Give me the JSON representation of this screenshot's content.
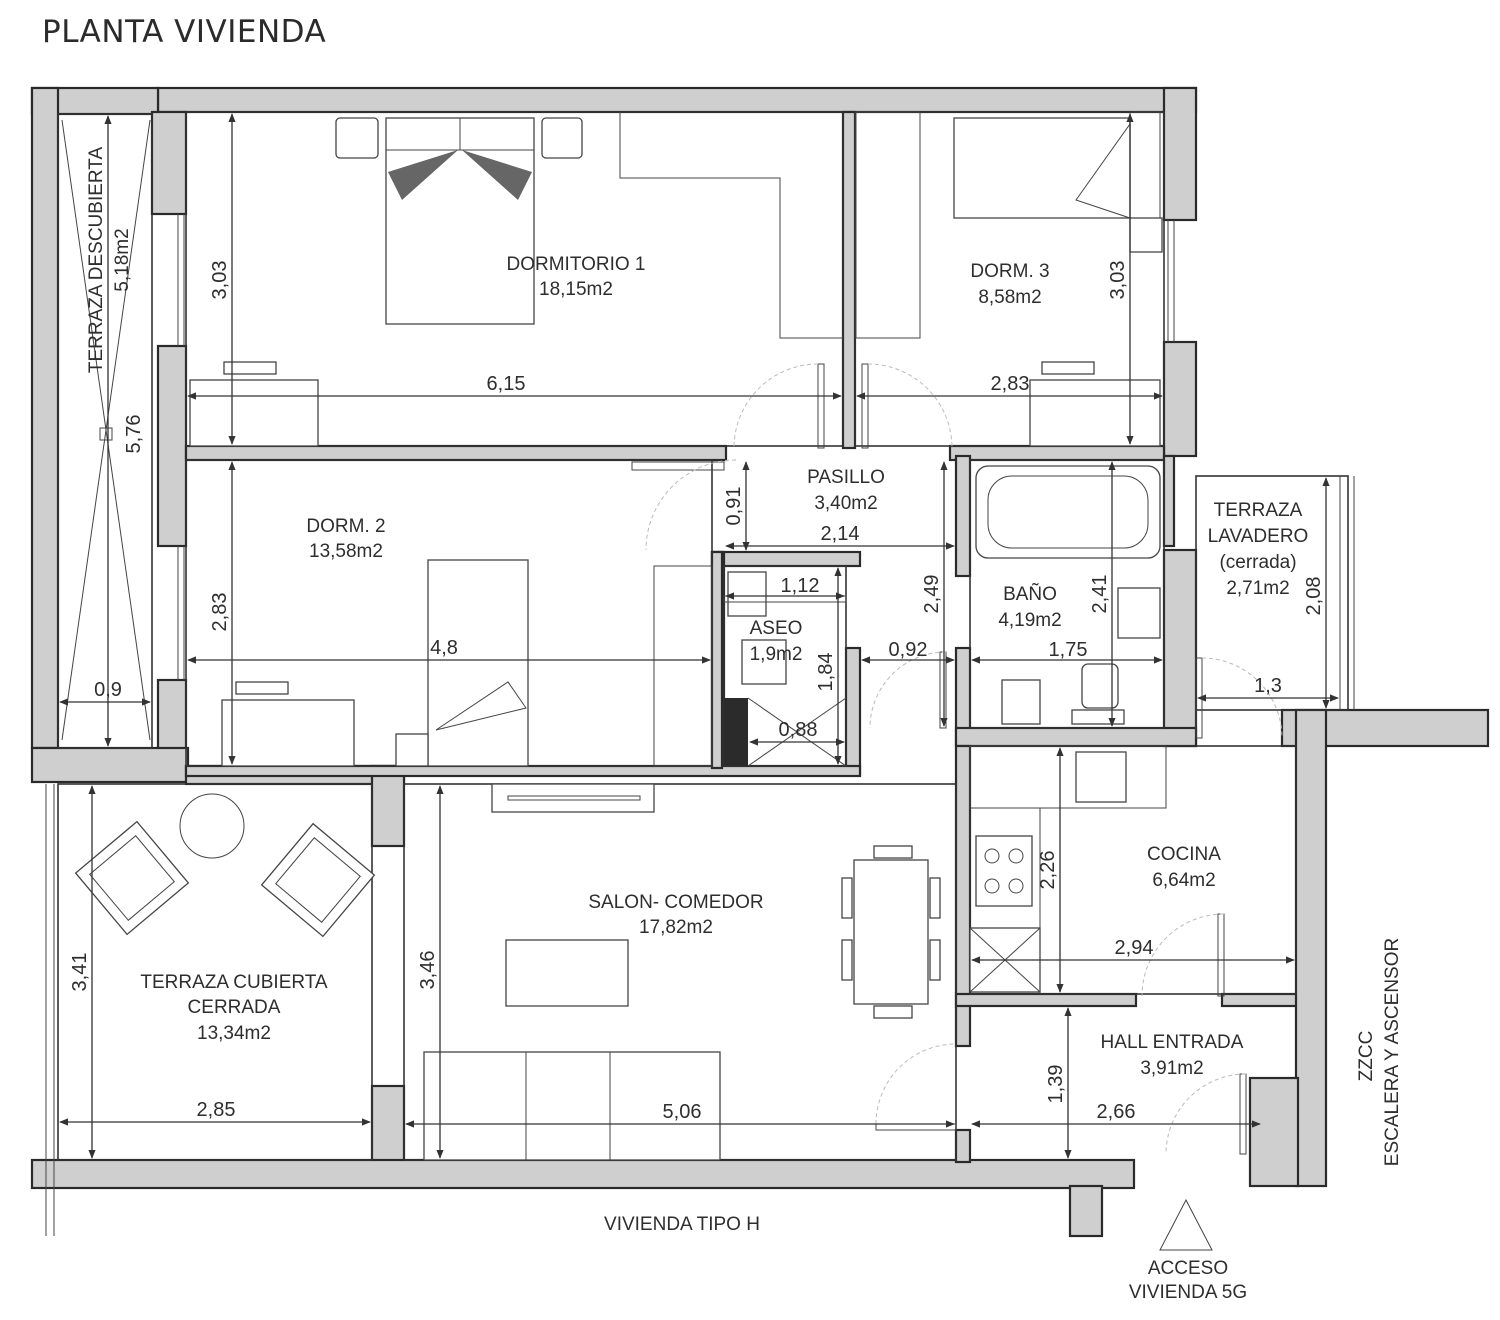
{
  "title": "PLANTA VIVIENDA",
  "rooms": {
    "dorm1": {
      "name": "DORMITORIO 1",
      "area": "18,15m2"
    },
    "dorm3": {
      "name": "DORM. 3",
      "area": "8,58m2"
    },
    "pasillo": {
      "name": "PASILLO",
      "area": "3,40m2"
    },
    "dorm2": {
      "name": "DORM. 2",
      "area": "13,58m2"
    },
    "aseo": {
      "name": "ASEO",
      "area": "1,9m2"
    },
    "bano": {
      "name": "BAÑO",
      "area": "4,19m2"
    },
    "terraza_lavadero": {
      "name1": "TERRAZA",
      "name2": "LAVADERO",
      "name3": "(cerrada)",
      "area": "2,71m2"
    },
    "terraza_descubierta": {
      "name": "TERRAZA DESCUBIERTA",
      "area": "5,18m2"
    },
    "terraza_cubierta": {
      "name1": "TERRAZA CUBIERTA",
      "name2": "CERRADA",
      "area": "13,34m2"
    },
    "salon": {
      "name": "SALON- COMEDOR",
      "area": "17,82m2"
    },
    "cocina": {
      "name": "COCINA",
      "area": "6,64m2"
    },
    "hall": {
      "name": "HALL ENTRADA",
      "area": "3,91m2"
    }
  },
  "dimensions": {
    "d1_w": "6,15",
    "d1_h": "3,03",
    "d3_w": "2,83",
    "d3_h": "3,03",
    "d2_w": "4,8",
    "d2_h": "2,83",
    "pas_h": "0,91",
    "pas_w": "2,14",
    "aseo_w": "1,12",
    "aseo_h": "1,84",
    "aseo_w2": "0,88",
    "bano_w": "1,75",
    "bano_h": "2,41",
    "bano_h2": "2,49",
    "pas_w2": "0,92",
    "lav_h": "2,08",
    "lav_w": "1,3",
    "td_h": "5,76",
    "td_w": "0,9",
    "tc_h": "3,41",
    "tc_w": "2,85",
    "sal_h": "3,46",
    "sal_w": "5,06",
    "coc_h": "2,26",
    "coc_w": "2,94",
    "hall_h": "1,39",
    "hall_w": "2,66"
  },
  "labels": {
    "vivienda_tipo": "VIVIENDA TIPO H",
    "acceso1": "ACCESO",
    "acceso2": "VIVIENDA 5G",
    "zzcc": "ZZCC",
    "escalera": "ESCALERA Y ASCENSOR"
  }
}
